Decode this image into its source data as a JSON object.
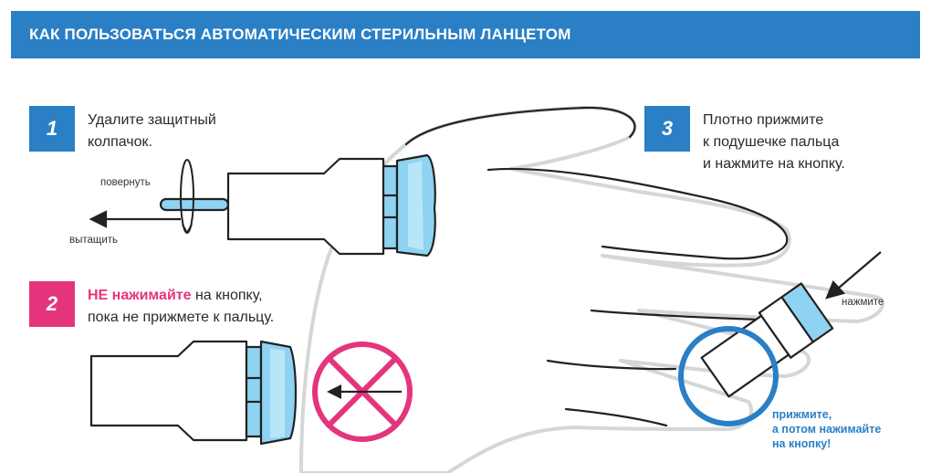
{
  "header": {
    "title": "КАК ПОЛЬЗОВАТЬСЯ АВТОМАТИЧЕСКИМ СТЕРИЛЬНЫМ ЛАНЦЕТОМ"
  },
  "steps": [
    {
      "number": "1",
      "line1": "Удалите защитный",
      "line2": "колпачок."
    },
    {
      "number": "2",
      "warn": "НЕ нажимайте",
      "line1_rest": " на кнопку,",
      "line2": "пока не прижмете к пальцу."
    },
    {
      "number": "3",
      "line1": "Плотно прижмите",
      "line2": "к подушечке пальца",
      "line3": "и нажмите на кнопку."
    }
  ],
  "labels": {
    "twist": "повернуть",
    "pull": "вытащить",
    "press": "нажмите"
  },
  "note": {
    "line1": "прижмите,",
    "line2": "а потом нажимайте",
    "line3": "на кнопку!"
  },
  "colors": {
    "blue": "#2a7fc5",
    "pink": "#e4357c",
    "cap_blue": "#8fd3f2",
    "outline": "#222222"
  },
  "icons": [
    "rotate-arrow-icon",
    "left-arrow-icon",
    "prohibited-icon",
    "press-arrow-icon",
    "highlight-circle-icon"
  ]
}
